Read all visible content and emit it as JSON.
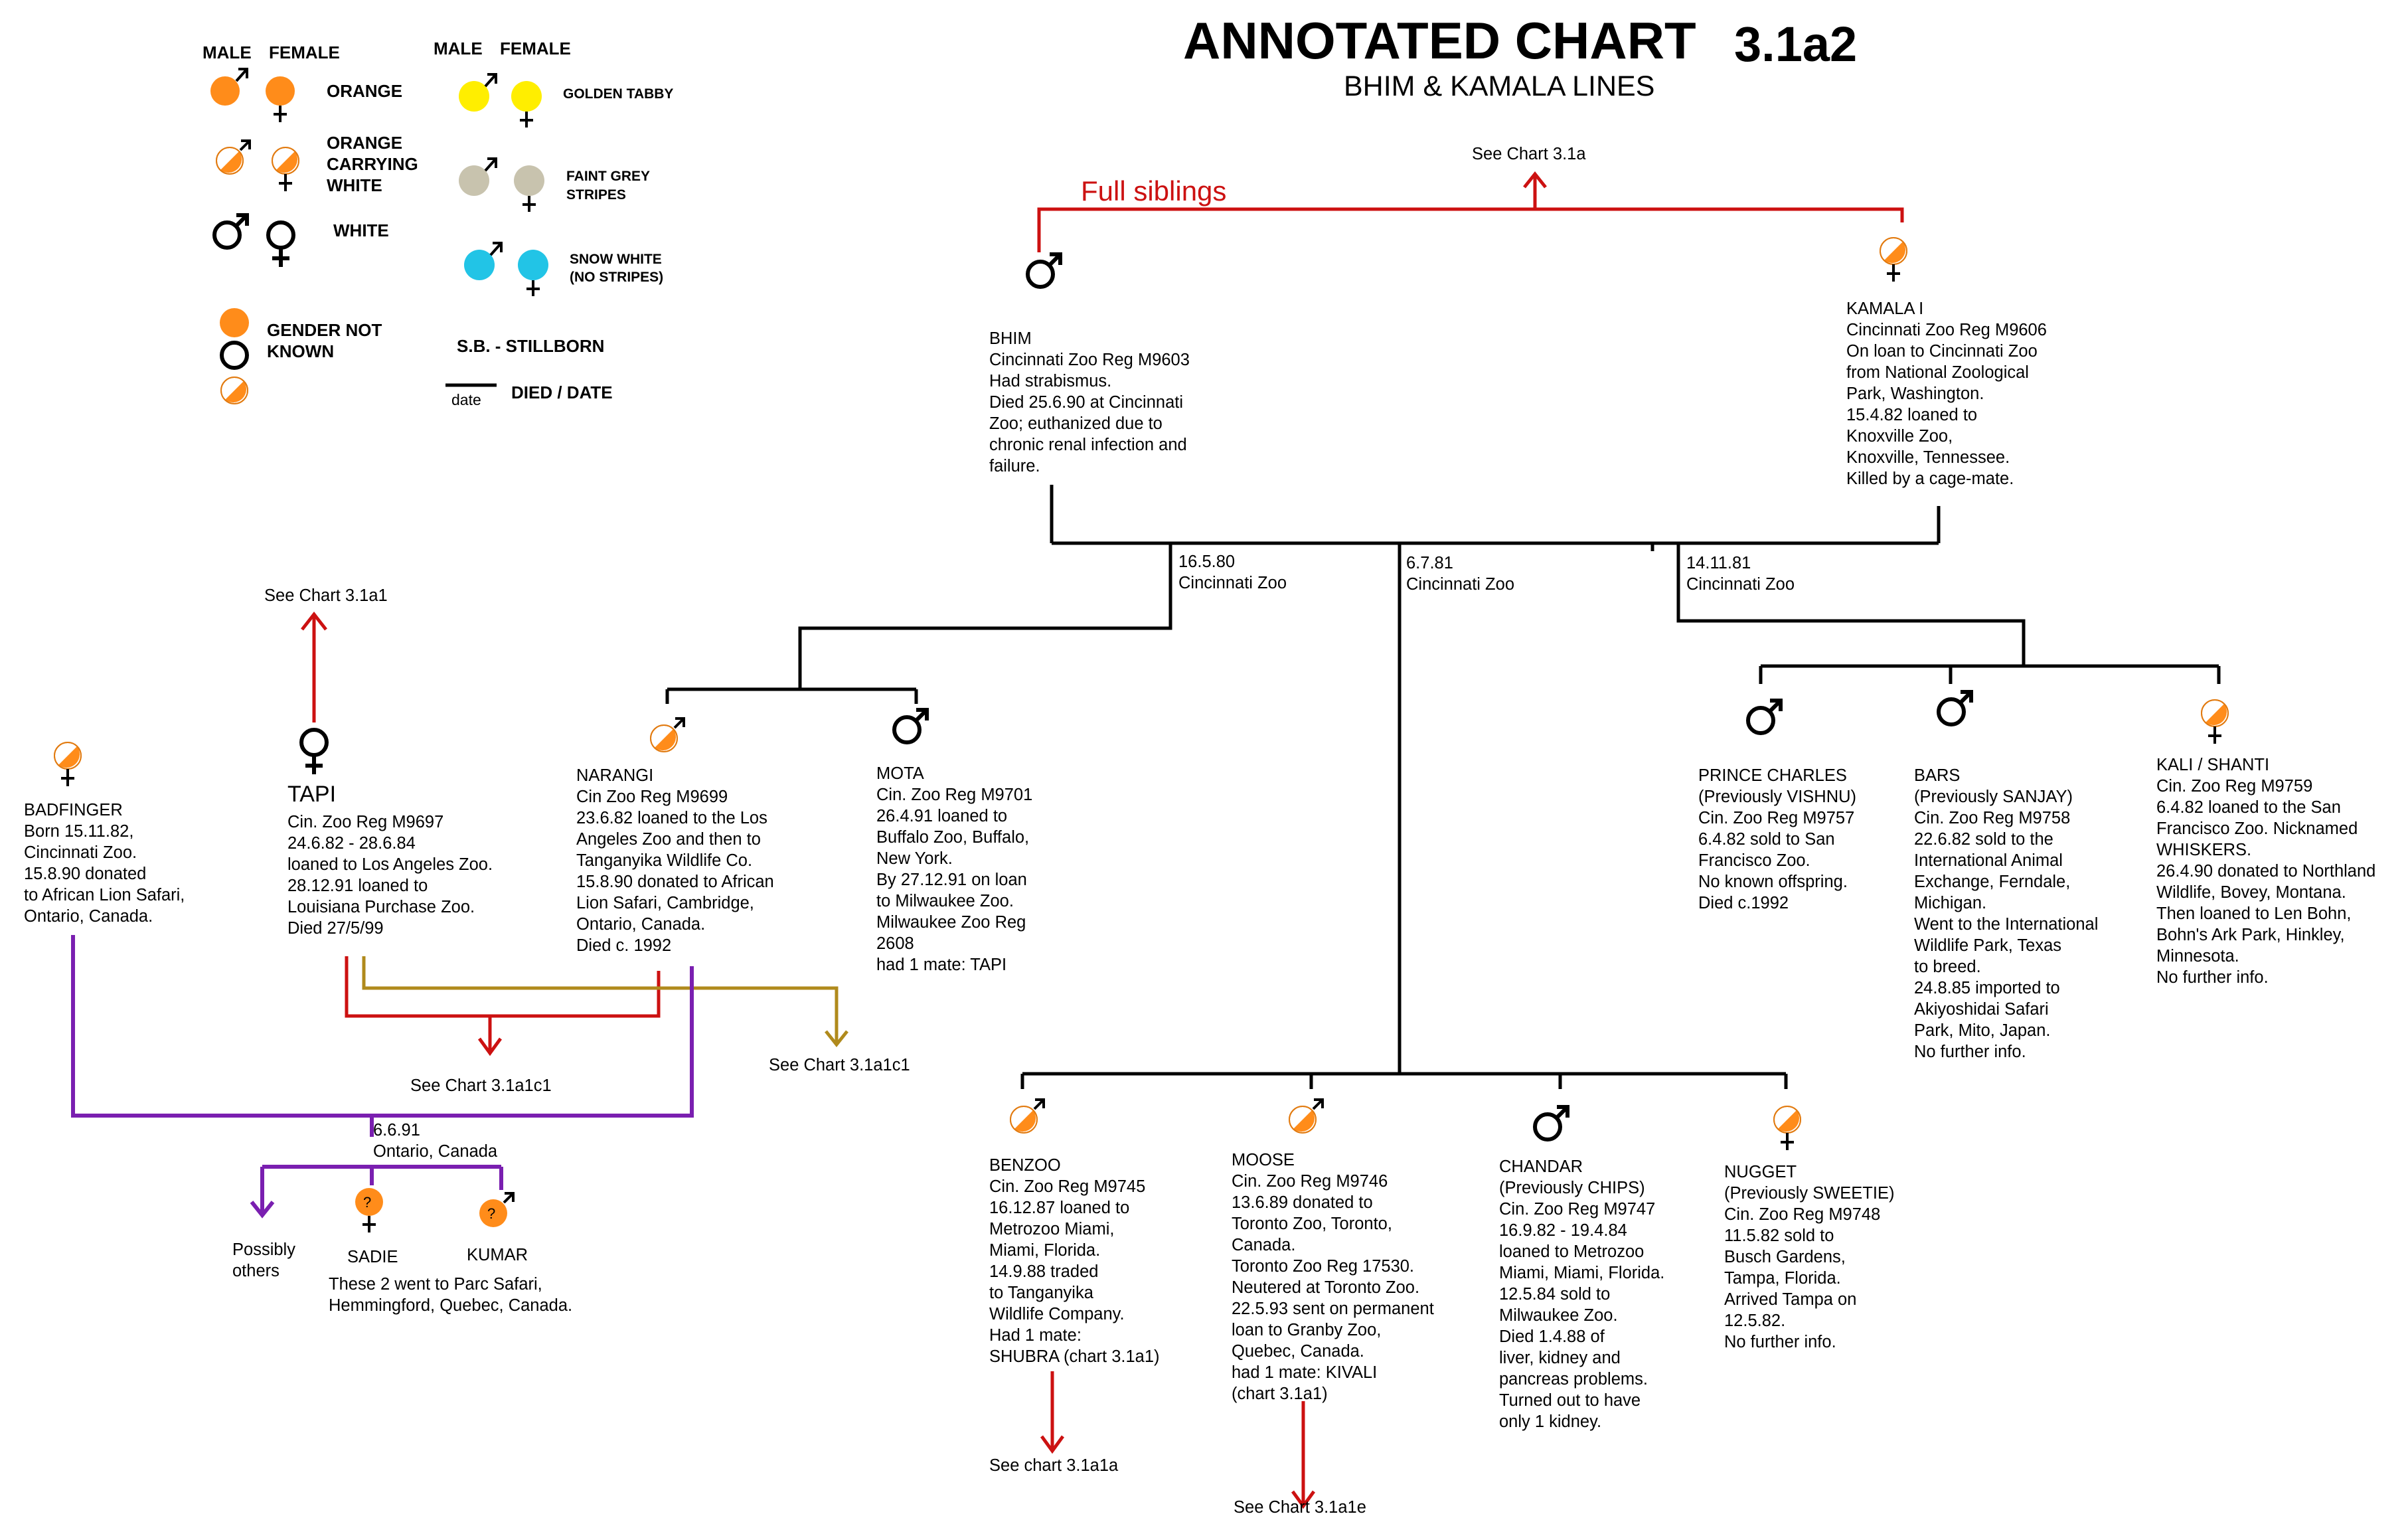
{
  "header": {
    "title": "ANNOTATED CHART",
    "chart_id": "3.1a2",
    "subtitle": "BHIM & KAMALA LINES"
  },
  "colors": {
    "orange": "#ff8c1a",
    "golden_tabby": "#ffee00",
    "faint_grey": "#c8c3ae",
    "snow_white": "#22c4e6",
    "red_line": "#cc1111",
    "gold_line": "#b08a1c",
    "purple_line": "#7a1fb0"
  },
  "legend": {
    "male": "MALE",
    "female": "FEMALE",
    "male2": "MALE",
    "female2": "FEMALE",
    "orange": "ORANGE",
    "orange_white": [
      "ORANGE",
      "CARRYING",
      "WHITE"
    ],
    "white": "WHITE",
    "golden_tabby": "GOLDEN TABBY",
    "faint_grey": [
      "FAINT GREY",
      "STRIPES"
    ],
    "snow_white": [
      "SNOW WHITE",
      "(NO STRIPES)"
    ],
    "gender_unknown": [
      "GENDER NOT",
      "KNOWN"
    ],
    "stillborn": "S.B.  - STILLBORN",
    "died_date_label": "date",
    "died_date": "DIED / DATE"
  },
  "labels": {
    "full_siblings": "Full siblings",
    "see_31a": "See Chart 3.1a",
    "see_31a1": "See Chart 3.1a1",
    "see_31a1c1_left": "See Chart 3.1a1c1",
    "see_31a1c1_right": "See Chart 3.1a1c1",
    "see_31a1a": "See chart 3.1a1a",
    "see_31a1e": "See Chart 3.1a1e",
    "possibly_others": [
      "Possibly",
      "others"
    ],
    "these_two": [
      "These 2 went to Parc Safari,",
      "Hemmingford, Quebec, Canada."
    ]
  },
  "unions": {
    "u1": [
      "16.5.80",
      "Cincinnati Zoo"
    ],
    "u2": [
      "6.7.81",
      "Cincinnati Zoo"
    ],
    "u3": [
      "14.11.81",
      "Cincinnati Zoo"
    ],
    "u4": [
      "6.6.91",
      "Ontario, Canada"
    ]
  },
  "tigers": {
    "bhim": [
      "BHIM",
      "Cincinnati Zoo Reg M9603",
      "Had strabismus.",
      "Died 25.6.90 at Cincinnati",
      "Zoo; euthanized due to",
      "chronic renal infection and",
      "failure."
    ],
    "kamala": [
      "KAMALA I",
      "Cincinnati Zoo Reg M9606",
      "On loan to Cincinnati Zoo",
      "from National Zoological",
      "Park, Washington.",
      "15.4.82 loaned to",
      "Knoxville Zoo,",
      "Knoxville, Tennessee.",
      "Killed by a cage-mate."
    ],
    "badfinger": [
      "BADFINGER",
      "Born 15.11.82,",
      "Cincinnati Zoo.",
      "15.8.90 donated",
      "to African Lion Safari,",
      "Ontario, Canada."
    ],
    "tapi_name": "TAPI",
    "tapi": [
      "Cin. Zoo Reg M9697",
      "24.6.82 - 28.6.84",
      "loaned to Los Angeles Zoo.",
      "28.12.91 loaned to",
      "Louisiana Purchase Zoo.",
      "Died 27/5/99"
    ],
    "narangi": [
      "NARANGI",
      "Cin Zoo Reg M9699",
      "23.6.82 loaned to the Los",
      "Angeles Zoo and then to",
      "Tanganyika Wildlife Co.",
      "15.8.90 donated to African",
      "Lion Safari, Cambridge,",
      "Ontario, Canada.",
      "Died c. 1992"
    ],
    "mota": [
      "MOTA",
      "Cin. Zoo Reg M9701",
      "26.4.91 loaned to",
      "Buffalo Zoo, Buffalo,",
      "New York.",
      "By 27.12.91 on loan",
      "to Milwaukee Zoo.",
      "Milwaukee Zoo Reg",
      "2608",
      "had 1 mate: TAPI"
    ],
    "prince_charles": [
      "PRINCE CHARLES",
      "(Previously VISHNU)",
      "Cin. Zoo Reg M9757",
      "6.4.82 sold to San",
      "Francisco Zoo.",
      "No known offspring.",
      "Died c.1992"
    ],
    "bars": [
      "BARS",
      "(Previously SANJAY)",
      "Cin. Zoo Reg M9758",
      "22.6.82 sold to the",
      "International Animal",
      "Exchange, Ferndale,",
      "Michigan.",
      "Went to the International",
      "Wildlife Park, Texas",
      "to breed.",
      "24.8.85 imported to",
      "Akiyoshidai Safari",
      "Park, Mito, Japan.",
      "No further info."
    ],
    "kali": [
      "KALI / SHANTI",
      "Cin. Zoo Reg M9759",
      "6.4.82 loaned to the San",
      "Francisco Zoo.  Nicknamed",
      "WHISKERS.",
      "26.4.90 donated to Northland",
      "Wildlife, Bovey, Montana.",
      "Then loaned to Len Bohn,",
      "Bohn's Ark Park, Hinkley,",
      "Minnesota.",
      "No further info."
    ],
    "benzoo": [
      "BENZOO",
      "Cin. Zoo Reg M9745",
      "16.12.87 loaned to",
      "Metrozoo Miami,",
      "Miami, Florida.",
      "14.9.88 traded",
      "to Tanganyika",
      "Wildlife Company.",
      "Had 1 mate:",
      "SHUBRA (chart 3.1a1)"
    ],
    "moose": [
      "MOOSE",
      "Cin. Zoo Reg M9746",
      "13.6.89 donated to",
      "Toronto Zoo, Toronto,",
      "Canada.",
      "Toronto Zoo Reg 17530.",
      "Neutered at Toronto Zoo.",
      "22.5.93 sent on permanent",
      "loan to Granby Zoo,",
      "Quebec, Canada.",
      "had 1 mate: KIVALI",
      "(chart 3.1a1)"
    ],
    "chandar": [
      "CHANDAR",
      "(Previously CHIPS)",
      "Cin. Zoo Reg M9747",
      "16.9.82 - 19.4.84",
      "loaned to Metrozoo",
      "Miami, Miami, Florida.",
      "12.5.84 sold to",
      "Milwaukee Zoo.",
      "Died 1.4.88 of",
      "liver, kidney and",
      "pancreas problems.",
      "Turned out to have",
      "only 1 kidney."
    ],
    "nugget": [
      "NUGGET",
      "(Previously SWEETIE)",
      "Cin. Zoo Reg M9748",
      "11.5.82 sold to",
      "Busch Gardens,",
      "Tampa, Florida.",
      "Arrived Tampa on",
      "12.5.82.",
      "No further info."
    ],
    "sadie": "SADIE",
    "kumar": "KUMAR",
    "unknown_mark": "?"
  }
}
